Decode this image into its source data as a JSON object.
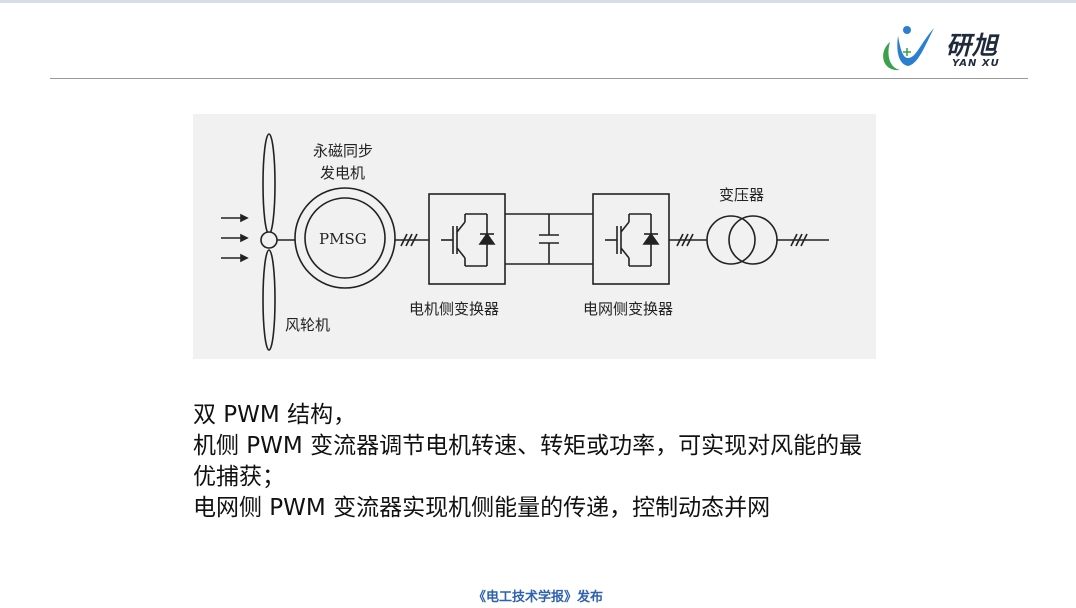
{
  "header": {
    "logo_main": "研旭",
    "logo_sub": "YAN XU"
  },
  "diagram": {
    "generator_label_line1": "永磁同步",
    "generator_label_line2": "发电机",
    "generator_inner": "PMSG",
    "turbine_label": "风轮机",
    "machine_converter_label": "电机侧变换器",
    "grid_converter_label": "电网侧变换器",
    "transformer_label": "变压器"
  },
  "body": {
    "line1": "双 PWM 结构，",
    "line2": "机侧 PWM 变流器调节电机转速、转矩或功率，可实现对风能的最",
    "line3": "优捕获；",
    "line4": "电网侧 PWM 变流器实现机侧能量的传递，控制动态并网"
  },
  "footer": {
    "text": "《电工技术学报》发布"
  },
  "colors": {
    "footer": "#2e62b0",
    "logo_green": "#3aa04a",
    "logo_blue": "#2a7fd0"
  }
}
